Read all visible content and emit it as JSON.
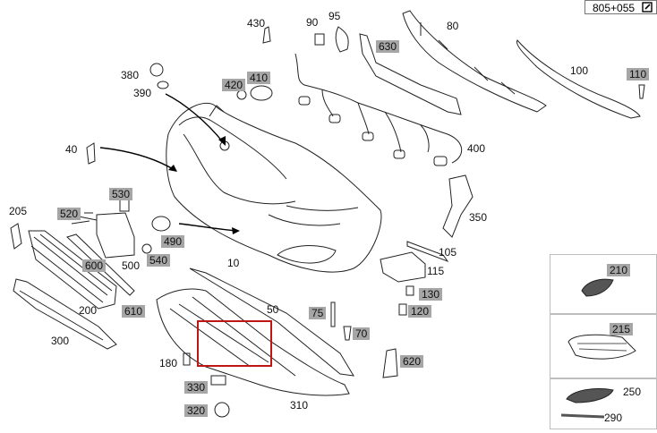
{
  "ref_code": "805+055",
  "colors": {
    "label_bg": "#a6a6a6",
    "highlight_box": "#c01515",
    "line": "#222222"
  },
  "labels": [
    {
      "id": "430",
      "text": "430",
      "highlight": false
    },
    {
      "id": "90",
      "text": "90",
      "highlight": false
    },
    {
      "id": "95",
      "text": "95",
      "highlight": false
    },
    {
      "id": "80",
      "text": "80",
      "highlight": false
    },
    {
      "id": "630",
      "text": "630",
      "highlight": true
    },
    {
      "id": "380",
      "text": "380",
      "highlight": false
    },
    {
      "id": "410",
      "text": "410",
      "highlight": true
    },
    {
      "id": "420",
      "text": "420",
      "highlight": true
    },
    {
      "id": "390",
      "text": "390",
      "highlight": false
    },
    {
      "id": "100",
      "text": "100",
      "highlight": false
    },
    {
      "id": "110",
      "text": "110",
      "highlight": true
    },
    {
      "id": "40",
      "text": "40",
      "highlight": false
    },
    {
      "id": "400",
      "text": "400",
      "highlight": false
    },
    {
      "id": "530",
      "text": "530",
      "highlight": true
    },
    {
      "id": "205",
      "text": "205",
      "highlight": false
    },
    {
      "id": "520",
      "text": "520",
      "highlight": true
    },
    {
      "id": "350",
      "text": "350",
      "highlight": false
    },
    {
      "id": "490",
      "text": "490",
      "highlight": true
    },
    {
      "id": "105",
      "text": "105",
      "highlight": false
    },
    {
      "id": "600",
      "text": "600",
      "highlight": true
    },
    {
      "id": "500",
      "text": "500",
      "highlight": false
    },
    {
      "id": "540",
      "text": "540",
      "highlight": true
    },
    {
      "id": "10",
      "text": "10",
      "highlight": false
    },
    {
      "id": "115",
      "text": "115",
      "highlight": false
    },
    {
      "id": "130",
      "text": "130",
      "highlight": true
    },
    {
      "id": "50",
      "text": "50",
      "highlight": false
    },
    {
      "id": "200",
      "text": "200",
      "highlight": false
    },
    {
      "id": "610",
      "text": "610",
      "highlight": true
    },
    {
      "id": "75",
      "text": "75",
      "highlight": true
    },
    {
      "id": "120",
      "text": "120",
      "highlight": true
    },
    {
      "id": "300",
      "text": "300",
      "highlight": false
    },
    {
      "id": "70",
      "text": "70",
      "highlight": true
    },
    {
      "id": "180",
      "text": "180",
      "highlight": false
    },
    {
      "id": "620",
      "text": "620",
      "highlight": true
    },
    {
      "id": "330",
      "text": "330",
      "highlight": true
    },
    {
      "id": "320",
      "text": "320",
      "highlight": true
    },
    {
      "id": "310",
      "text": "310",
      "highlight": false
    },
    {
      "id": "210",
      "text": "210",
      "highlight": true
    },
    {
      "id": "215",
      "text": "215",
      "highlight": true
    },
    {
      "id": "250",
      "text": "250",
      "highlight": false
    },
    {
      "id": "290",
      "text": "290",
      "highlight": false
    }
  ]
}
